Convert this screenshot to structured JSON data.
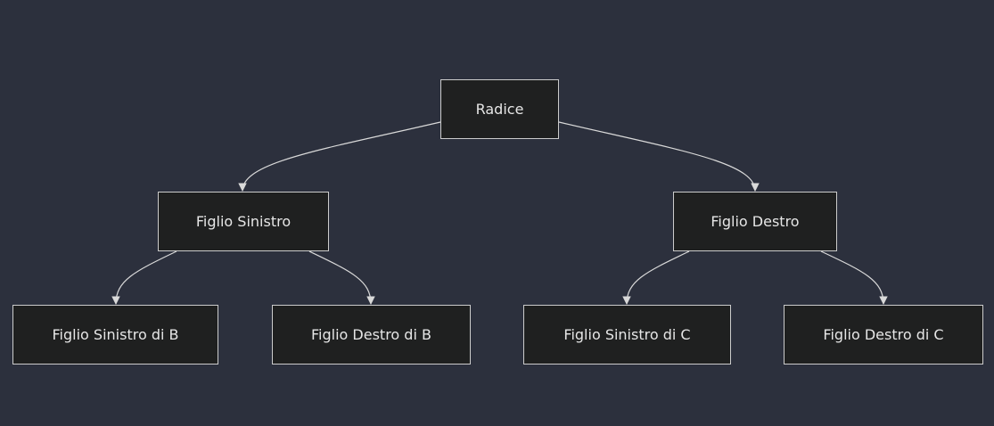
{
  "diagram": {
    "nodes": {
      "root": {
        "label": "Radice"
      },
      "b": {
        "label": "Figlio Sinistro"
      },
      "c": {
        "label": "Figlio Destro"
      },
      "bl": {
        "label": "Figlio Sinistro di B"
      },
      "br": {
        "label": "Figlio Destro di B"
      },
      "cl": {
        "label": "Figlio Sinistro di C"
      },
      "cr": {
        "label": "Figlio Destro di C"
      }
    },
    "edges": [
      {
        "from": "root",
        "to": "b"
      },
      {
        "from": "root",
        "to": "c"
      },
      {
        "from": "b",
        "to": "bl"
      },
      {
        "from": "b",
        "to": "br"
      },
      {
        "from": "c",
        "to": "cl"
      },
      {
        "from": "c",
        "to": "cr"
      }
    ],
    "colors": {
      "background": "#2c303d",
      "node_fill": "#1f2020",
      "node_border": "#cccccc",
      "edge": "#d9d9d9",
      "text": "#e6e6e6"
    }
  }
}
